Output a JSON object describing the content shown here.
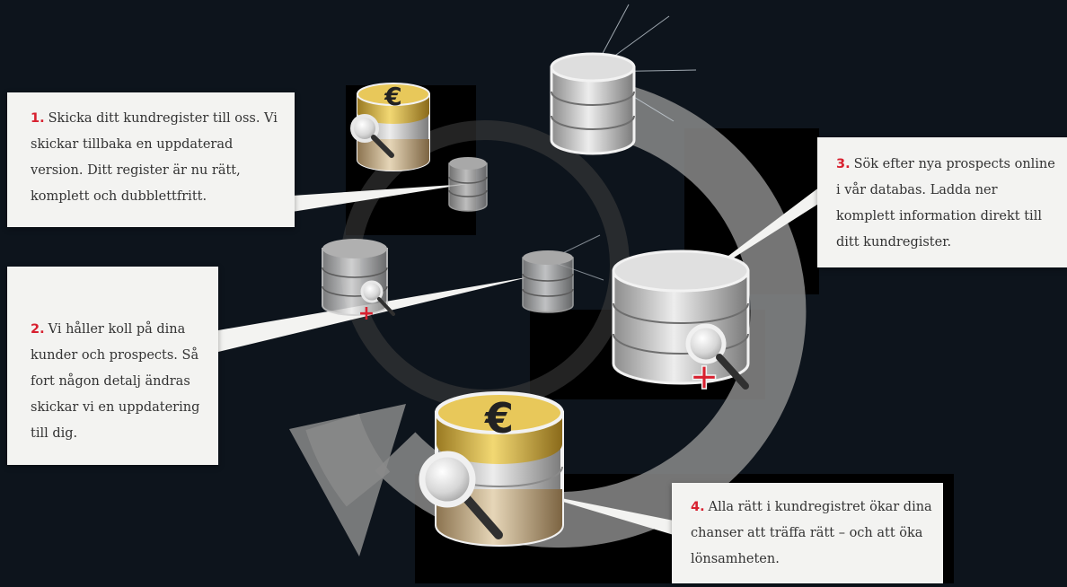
{
  "colors": {
    "background": "#0d141c",
    "callout_background": "#f3f3f1",
    "step_number": "#d8202f",
    "text": "#333333",
    "cycle_arrow": "#8a8a8a",
    "coin_gold": "#d8b23a",
    "coin_bronze": "#b8a07a",
    "db_silver": "#c8c8c8",
    "plus_red": "#d8202f"
  },
  "callouts": [
    {
      "number": "1.",
      "text": "Skicka ditt kundregister till oss. Vi skickar tillbaka en uppdaterad version. Ditt register är nu rätt, komplett och dubblettfritt."
    },
    {
      "number": "2.",
      "text": "Vi håller koll på dina kunder och prospects. Så fort någon detalj ändras skickar vi en uppdatering till dig."
    },
    {
      "number": "3.",
      "text": "Sök efter nya prospects online i vår databas. Ladda ner komplett information direkt till ditt kundregister."
    },
    {
      "number": "4.",
      "text": "Alla rätt i kundregistret ökar dina chanser att träffa rätt – och att öka lönsamheten."
    }
  ],
  "icons": {
    "currency_symbol": "€",
    "plus_symbol": "+"
  }
}
